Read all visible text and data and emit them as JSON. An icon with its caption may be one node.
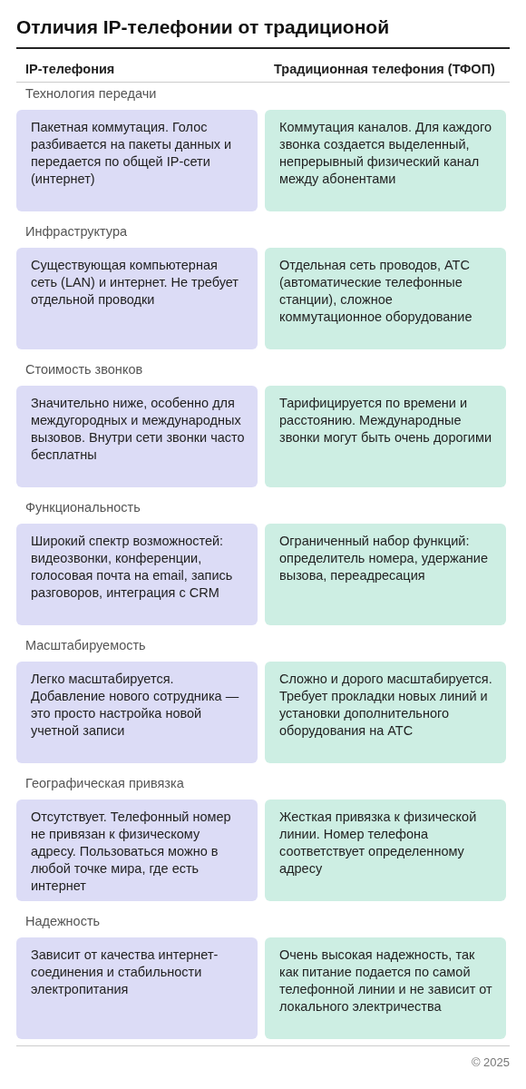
{
  "diagram": {
    "title": "Отличия IP-телефонии от традиционой",
    "nodes": [
      {
        "text": [
          "Пакетная коммутация. Голос разбивается на пакеты данных и передается по общей IP-сети (интернет)"
        ]
      },
      {
        "text": [
          "Коммутация каналов. Для каждого звонка создается выделенный, непрерывный физический канал между абонентами"
        ]
      },
      {
        "text": [
          "Существующая компьютерная сеть (LAN) и интернет. Не требует отдельной проводки"
        ]
      },
      {
        "text": [
          "Отдельная сеть проводов, АТС (автоматические телефонные станции), сложное коммутационное оборудование"
        ]
      },
      {
        "text": [
          "Значительно ниже, особенно для междугородных и международных вызовов. Внутри сети звонки часто бесплатны"
        ]
      },
      {
        "text": [
          "Тарифицируется по времени и расстоянию. Международные звонки могут быть очень дорогими"
        ]
      },
      {
        "text": [
          "Широкий спектр возможностей: видеозвонки, конференции, голосовая почта на email, запись разговоров, интеграция с CRM"
        ]
      },
      {
        "text": [
          "Ограниченный набор функций: определитель номера, удержание вызова, переадресация"
        ]
      },
      {
        "text": [
          "Легко масштабируется. Добавление нового сотрудника — это просто настройка новой учетной записи"
        ]
      },
      {
        "text": [
          "Сложно и дорого масштабируется. Требует прокладки новых линий и установки дополнительного оборудования на АТС"
        ]
      },
      {
        "text": [
          "Отсутствует. Телефонный номер не привязан к физическому адресу. Пользоваться можно в любой точке мира, где есть интернет"
        ]
      },
      {
        "text": [
          "Жесткая привязка к физической линии. Номер телефона соответствует определенному адресу"
        ]
      },
      {
        "text": [
          "Зависит от качества интернет-соединения и стабильности электропитания"
        ]
      },
      {
        "text": [
          "Очень высокая надежность, так как питание подается по самой телефонной линии и не зависит от локального электричества"
        ]
      }
    ],
    "labels": [
      "IP-телефония",
      "Традиционная телефония (ТФОП)",
      "Технология передачи",
      "Инфраструктура",
      "Стоимость звонков",
      "Функциональность",
      "Масштабируемость",
      "Географическая привязка",
      "Надежность",
      "© 2025"
    ]
  }
}
